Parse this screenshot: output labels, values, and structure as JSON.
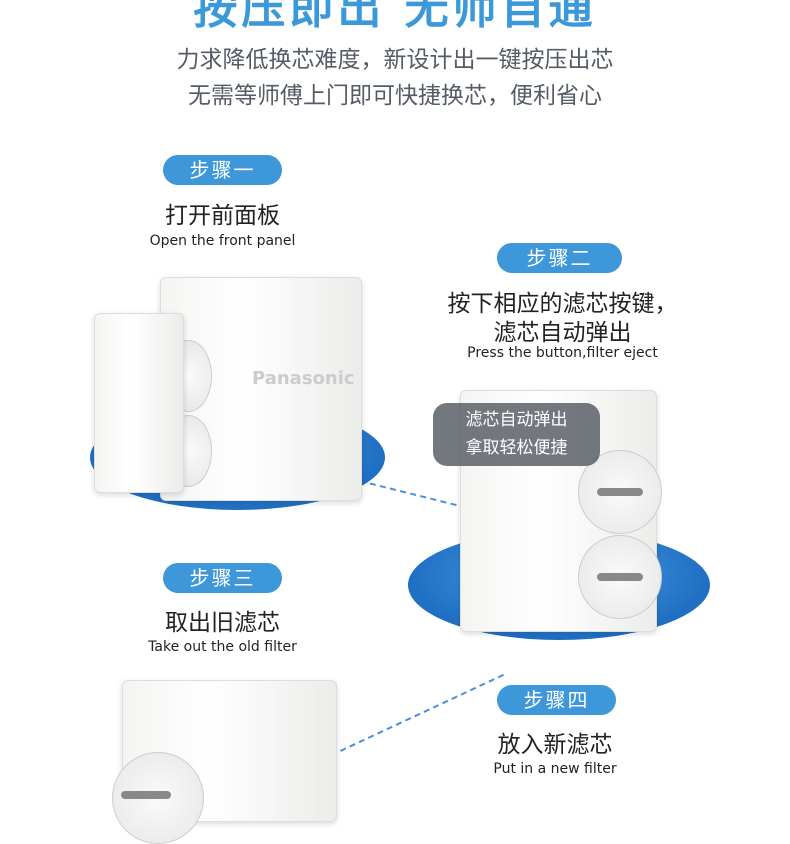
{
  "header": {
    "title": "按压即出 无师自通",
    "subtitle_lines": [
      "力求降低换芯难度，新设计出一键按压出芯",
      "无需等师傅上门即可快捷换芯，便利省心"
    ]
  },
  "steps": [
    {
      "badge": "步骤一",
      "title_lines": [
        "打开前面板"
      ],
      "english": "Open the front panel"
    },
    {
      "badge": "步骤二",
      "title_lines": [
        "按下相应的滤芯按键，",
        "滤芯自动弹出"
      ],
      "english": "Press the button,filter eject"
    },
    {
      "badge": "步骤三",
      "title_lines": [
        "取出旧滤芯"
      ],
      "english": "Take out the old filter"
    },
    {
      "badge": "步骤四",
      "title_lines": [
        "放入新滤芯"
      ],
      "english": "Put in a new filter"
    }
  ],
  "tooltip": {
    "lines": [
      "滤芯自动弹出",
      "拿取轻松便捷"
    ]
  },
  "brand": "Panasonic",
  "colors": {
    "accent": "#3d97d9"
  }
}
